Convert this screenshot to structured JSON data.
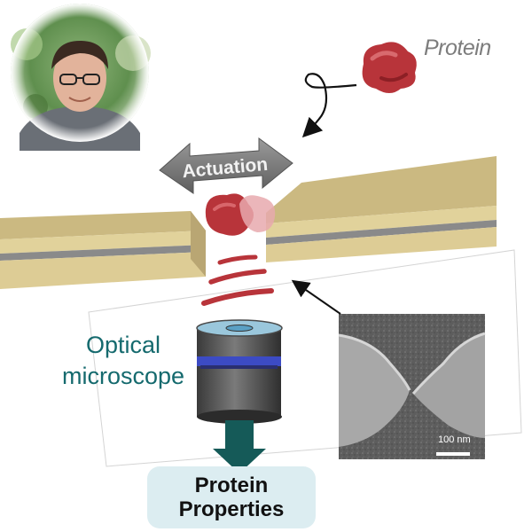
{
  "labels": {
    "protein": "Protein",
    "actuation": "Actuation",
    "optical_line1": "Optical",
    "optical_line2": "microscope",
    "properties_line1": "Protein",
    "properties_line2": "Properties",
    "scalebar": "100 nm"
  },
  "colors": {
    "protein": "#b8343a",
    "gold_layer": "#d8c690",
    "gray_layer": "#8a8a8a",
    "optical_text": "#156a6e",
    "arrow_teal": "#155a58",
    "lens_ring": "#3c4bc4",
    "properties_box": "#dcedf1"
  },
  "icons": {
    "portrait": "person-photo",
    "protein": "protein-blob-icon",
    "objective": "microscope-objective-icon",
    "sem": "sem-micrograph"
  }
}
